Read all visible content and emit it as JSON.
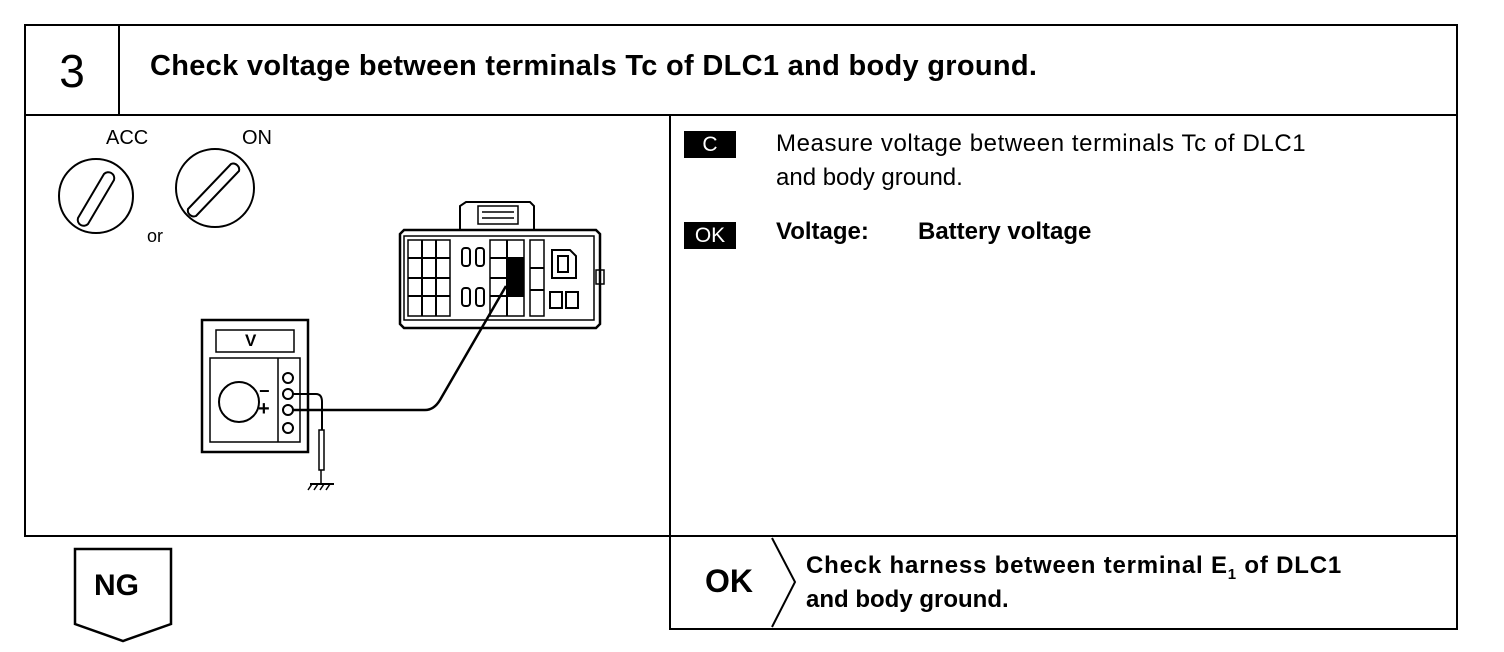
{
  "step": {
    "number": "3",
    "title": "Check voltage between terminals Tc of DLC1 and body ground."
  },
  "figure": {
    "switch_acc_label": "ACC",
    "switch_on_label": "ON",
    "or_label": "or",
    "meter_label": "V",
    "minus_sign": "−",
    "plus_sign": "+"
  },
  "instructions": {
    "check_tag": "C",
    "check_line1": "Measure voltage between terminals Tc of DLC1",
    "check_line2": "and body ground.",
    "ok_tag": "OK",
    "voltage_label": "Voltage:",
    "voltage_value": "Battery voltage"
  },
  "results": {
    "ng_label": "NG",
    "ok_label": "OK",
    "ok_action_line1_a": "Check harness between terminal E",
    "ok_action_sub": "1",
    "ok_action_line1_b": " of DLC1",
    "ok_action_line2": "and body ground."
  }
}
